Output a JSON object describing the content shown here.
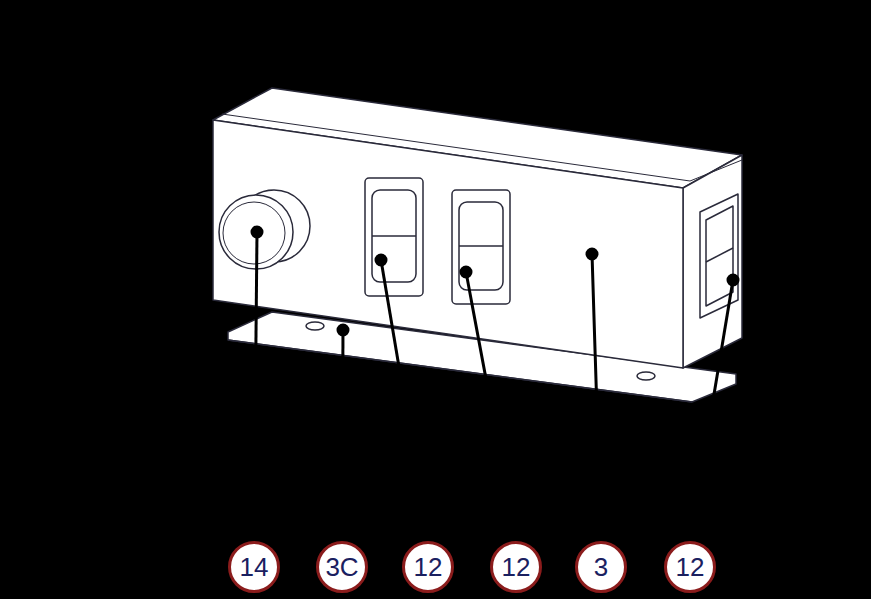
{
  "diagram": {
    "nodes": [
      {
        "text": [
          "14"
        ]
      },
      {
        "text": [
          "3C"
        ]
      },
      {
        "text": [
          "12"
        ]
      },
      {
        "text": [
          "12"
        ]
      },
      {
        "text": [
          "3"
        ]
      },
      {
        "text": [
          "12"
        ]
      }
    ],
    "edges": []
  }
}
